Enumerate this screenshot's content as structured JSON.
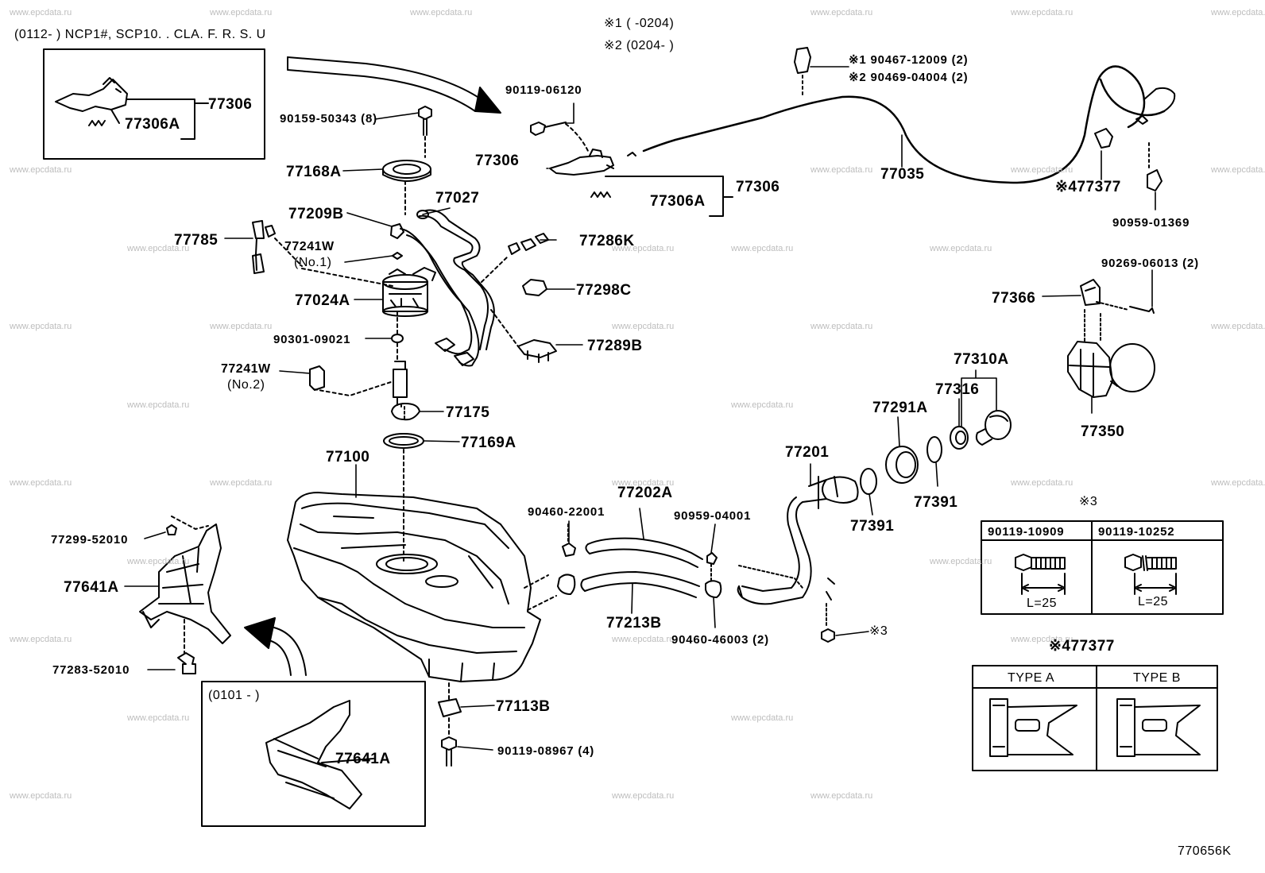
{
  "watermark": "www.epcdata.ru",
  "diagram_code": "770656K",
  "top_notes": {
    "note1": "※1 (      -0204)",
    "note2": "※2 (0204-        )"
  },
  "inset_top": {
    "condition": "(0112-        ) NCP1#, SCP10. . CLA. F. R. S. U",
    "parts": [
      "77306",
      "77306A"
    ]
  },
  "inset_bottom": {
    "condition": "(0101 -        )",
    "parts": [
      "77641A"
    ]
  },
  "parts": {
    "p90119_06120": "90119-06120",
    "p90159_50343": "90159-50343 (8)",
    "p77168A": "77168A",
    "p77306": "77306",
    "p77306_b": "77306",
    "p77306A": "77306A",
    "p77027": "77027",
    "p77209B": "77209B",
    "p77785": "77785",
    "p77241W_1": "77241W",
    "p77241W_1_sub": "(No.1)",
    "p77286K": "77286K",
    "p77298C": "77298C",
    "p77024A": "77024A",
    "p90301_09021": "90301-09021",
    "p77289B": "77289B",
    "p77241W_2": "77241W",
    "p77241W_2_sub": "(No.2)",
    "p77175": "77175",
    "p77169A": "77169A",
    "p77100": "77100",
    "p77299_52010": "77299-52010",
    "p77641A": "77641A",
    "p77283_52010": "77283-52010",
    "p77113B": "77113B",
    "p90119_08967": "90119-08967 (4)",
    "p90460_22001": "90460-22001",
    "p77202A": "77202A",
    "p90959_04001": "90959-04001",
    "p77213B": "77213B",
    "p90460_46003": "90460-46003 (2)",
    "p77201": "77201",
    "p77391_a": "77391",
    "p77391_b": "77391",
    "p77291A": "77291A",
    "p77316": "77316",
    "p77310A": "77310A",
    "p90467_12009": "※1 90467-12009 (2)",
    "p90469_04004": "※2 90469-04004 (2)",
    "p77035": "77035",
    "p477377": "※477377",
    "p90959_01369": "90959-01369",
    "p90269_06013": "90269-06013 (2)",
    "p77366": "77366",
    "p77350": "77350",
    "p_ref3": "※3"
  },
  "bolt_table": {
    "marker": "※3",
    "columns": [
      "90119-10909",
      "90119-10252"
    ],
    "length_label": "L=25"
  },
  "type_table": {
    "title": "※477377",
    "columns": [
      "TYPE A",
      "TYPE B"
    ]
  }
}
